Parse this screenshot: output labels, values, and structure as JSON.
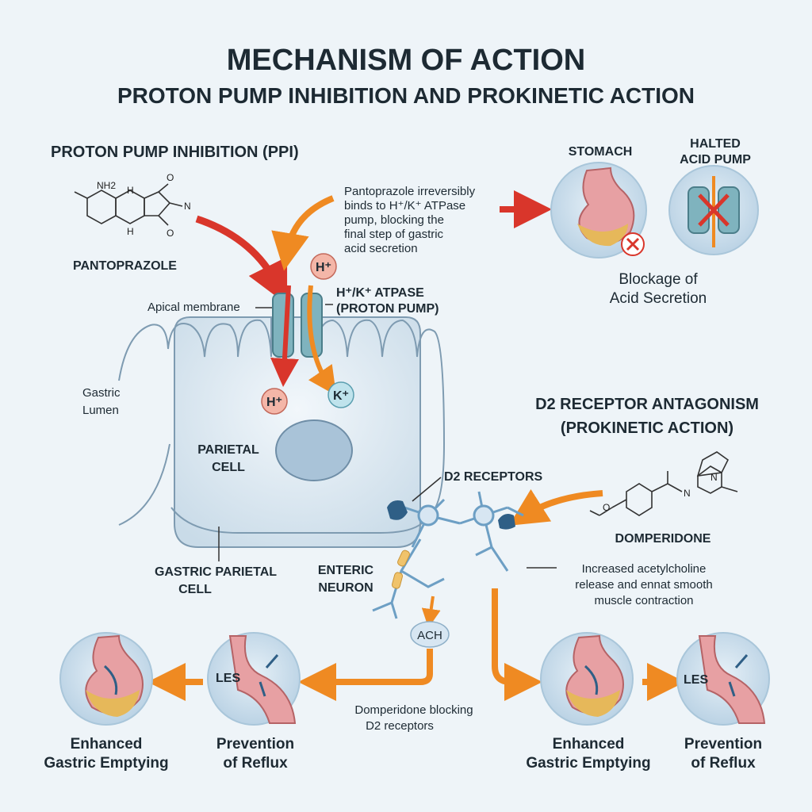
{
  "title": {
    "main": "MECHANISM OF ACTION",
    "sub": "PROTON PUMP INHIBITION AND PROKINETIC ACTION"
  },
  "ppi": {
    "heading": "PROTON PUMP INHIBITION (PPI)",
    "drug": "PANTOPRAZOLE",
    "molecule_labels": [
      "NH2",
      "H",
      "H",
      "O",
      "N",
      "O"
    ],
    "description": [
      "Pantoprazole irreversibly",
      "binds to H⁺/K⁺ ATPase",
      "pump, blocking the",
      "final step of gastric",
      "acid secretion"
    ],
    "pump_label": [
      "H⁺/K⁺ ATPASE",
      "(PROTON PUMP)"
    ],
    "apical_membrane": "Apical membrane",
    "gastric_lumen": [
      "Gastric",
      "Lumen"
    ],
    "parietal_cell": [
      "PARIETAL",
      "CELL"
    ],
    "gastric_parietal_cell": [
      "GASTRIC PARIETAL",
      "CELL"
    ],
    "ion_h": "H⁺",
    "ion_k": "K⁺"
  },
  "blockage": {
    "stomach": "STOMACH",
    "halted_pump": [
      "HALTED",
      "ACID PUMP"
    ],
    "caption": [
      "Blockage of",
      "Acid Secretion"
    ]
  },
  "d2": {
    "heading": [
      "D2 RECEPTOR ANTAGONISM",
      "(PROKINETIC ACTION)"
    ],
    "drug": "DOMPERIDONE",
    "molecule_labels": [
      "O",
      "N",
      "N"
    ],
    "receptors": "D2 RECEPTORS",
    "neuron": [
      "ENTERIC",
      "NEURON"
    ],
    "ach": "ACH",
    "effect": [
      "Increased acetylcholine",
      "release and ennat smooth",
      "muscle contraction"
    ],
    "blocking": [
      "Domperidone blocking",
      "D2 receptors"
    ]
  },
  "outcomes": {
    "left_emptying": [
      "Enhanced",
      "Gastric Emptying"
    ],
    "left_reflux": [
      "Prevention",
      "of Reflux"
    ],
    "right_emptying": [
      "Enhanced",
      "Gastric Emptying"
    ],
    "right_reflux": [
      "Prevention",
      "of Reflux"
    ],
    "les": "LES"
  },
  "colors": {
    "red_arrow": "#d9362b",
    "orange_arrow": "#ef8a22",
    "cell_fill": "#dbe7f1",
    "pump": "#7fb3be",
    "stomach": "#e7a0a3",
    "chyme": "#e6b85a"
  }
}
